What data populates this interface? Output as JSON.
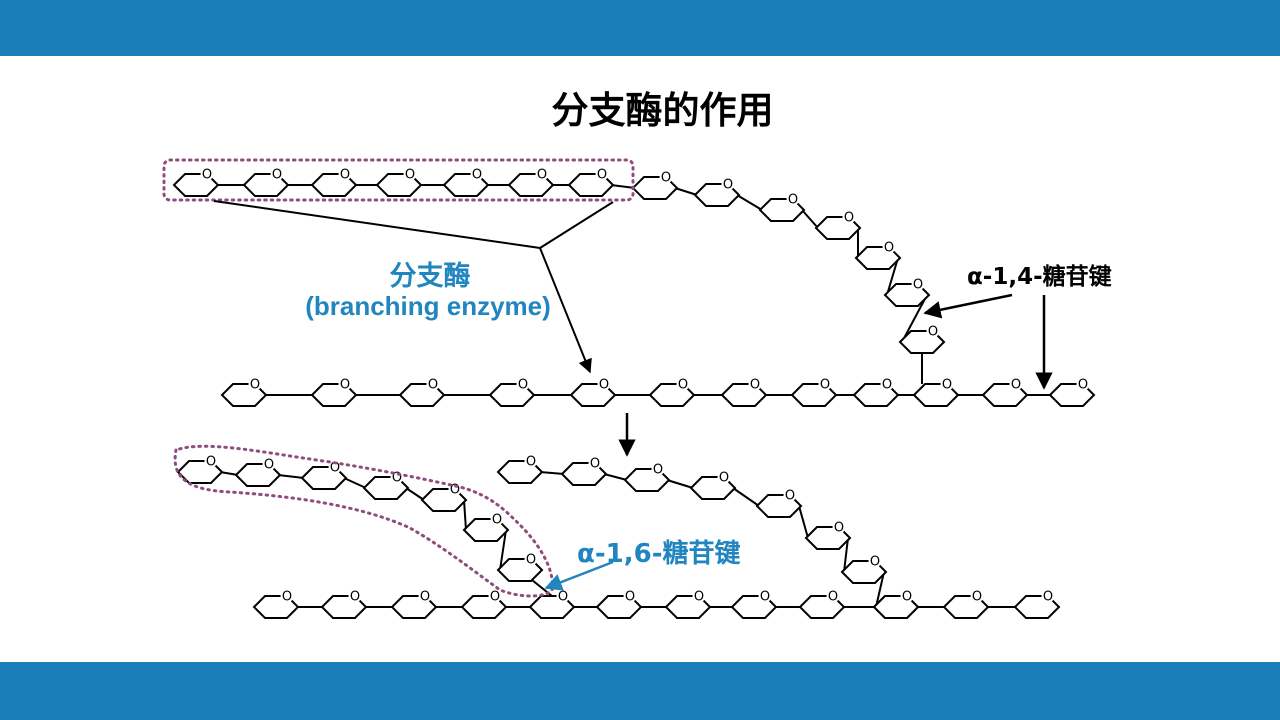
{
  "title": "分支酶的作用",
  "enzyme": {
    "name": "分支酶",
    "name_en": "(branching enzyme)"
  },
  "bonds": {
    "alpha_1_4": "α-1,4-糖苷键",
    "alpha_1_6": "α-1,6-糖苷键"
  },
  "ring_atom": "O",
  "colors": {
    "bar": "#1a7fb8",
    "enzyme_label": "#2185bf",
    "bond16_label": "#2185bf",
    "highlight": "#8e4d7c"
  }
}
